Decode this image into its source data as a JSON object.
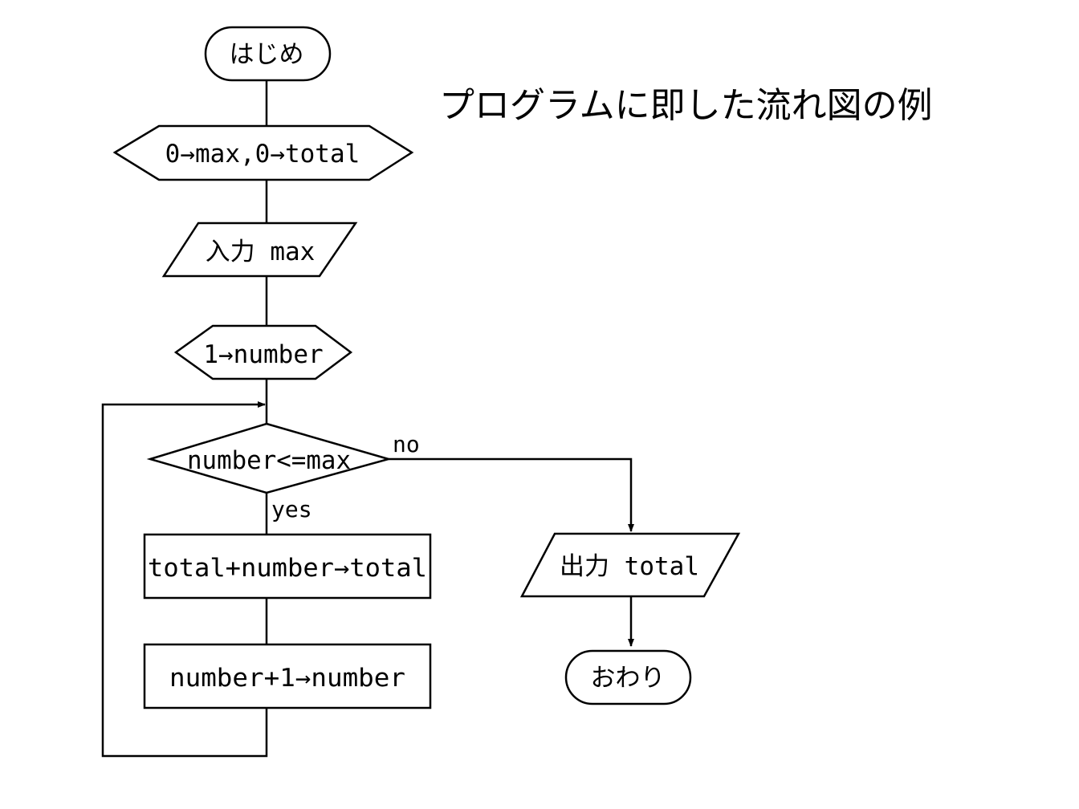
{
  "title": "プログラムに即した流れ図の例",
  "nodes": {
    "start": "はじめ",
    "init": "0→max,0→total",
    "input": "入力 max",
    "set_number": "1→number",
    "condition": "number<=max",
    "add_total": "total+number→total",
    "increment": "number+1→number",
    "output": "出力 total",
    "end": "おわり"
  },
  "edge_labels": {
    "no": "no",
    "yes": "yes"
  }
}
